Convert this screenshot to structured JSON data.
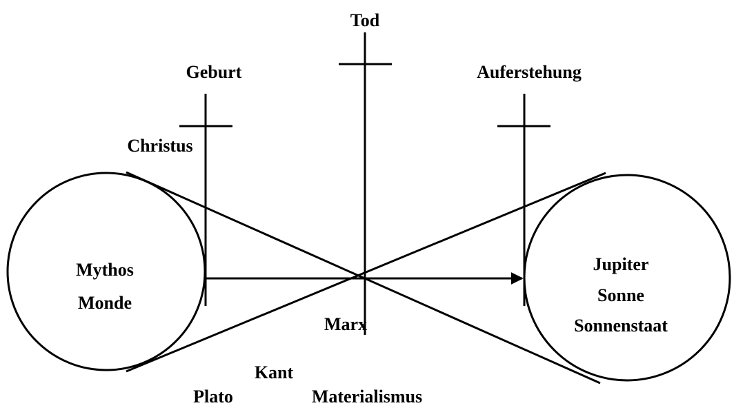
{
  "diagram": {
    "labels": {
      "tod": "Tod",
      "geburt": "Geburt",
      "auferstehung": "Auferstehung",
      "christus": "Christus",
      "left_circle_line1": "Mythos",
      "left_circle_line2": "Monde",
      "right_circle_line1": "Jupiter",
      "right_circle_line2": "Sonne",
      "right_circle_line3": "Sonnenstaat",
      "marx": "Marx",
      "kant": "Kant",
      "plato": "Plato",
      "materialismus": "Materialismus"
    },
    "colors": {
      "stroke": "#000000",
      "background": "#ffffff"
    }
  }
}
